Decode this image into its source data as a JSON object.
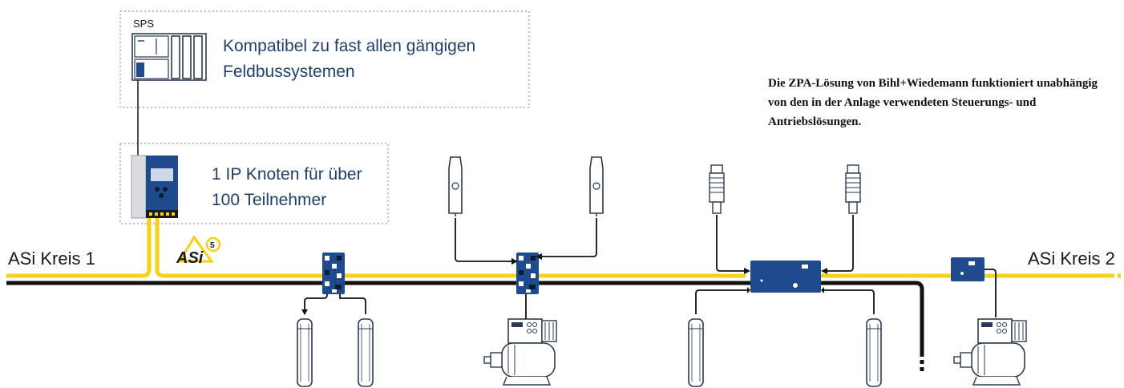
{
  "labels": {
    "sps": "SPS",
    "compat_line1": "Kompatibel zu fast allen gängigen",
    "compat_line2": "Feldbussystemen",
    "node_line1": "1 IP Knoten für über",
    "node_line2": "100 Teilnehmer",
    "circuit1": "ASi Kreis 1",
    "circuit2": "ASi Kreis 2",
    "asi_logo": "ASi",
    "asi_logo_sup": "5",
    "note": "Die ZPA-Lösung von Bihl+Wiedemann funktioniert unabhängig von den in der Anlage verwendeten Steuerungs- und Antriebslösungen."
  },
  "colors": {
    "asi_yellow": "#f7d117",
    "bus_black": "#111111",
    "module_blue": "#1f4b8e",
    "text_blue": "#1f3f6e",
    "box_dots": "#9a9a9a"
  },
  "icons": [
    "plc-icon",
    "gateway-icon",
    "asi5-logo-icon",
    "io-module-icon",
    "sensor-icon",
    "light-barrier-icon",
    "drive-motor-icon",
    "zpa-module-icon"
  ]
}
